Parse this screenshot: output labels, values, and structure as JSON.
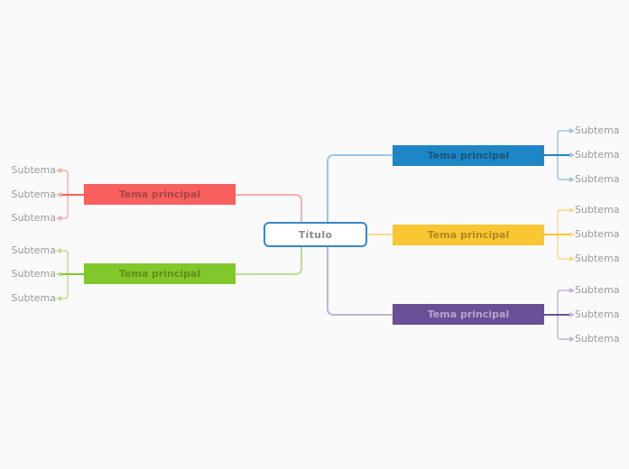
{
  "canvas": {
    "background": "#fafafa"
  },
  "center": {
    "label": "Título",
    "fill": "#ffffff",
    "border_color": "#3a86c8",
    "text_color": "#8c8c8c"
  },
  "subtopic_text_color": "#9b9b9b",
  "branches": [
    {
      "name": "red",
      "side": "left",
      "label": "Tema principal",
      "fill": "#f8605f",
      "text_color": "#a94643",
      "line_color": "#f5afad",
      "subtopics": [
        "Subtema",
        "Subtema",
        "Subtema"
      ]
    },
    {
      "name": "green",
      "side": "left",
      "label": "Tema principal",
      "fill": "#82c72c",
      "text_color": "#5f8f15",
      "line_color": "#bcdf8b",
      "subtopics": [
        "Subtema",
        "Subtema",
        "Subtema"
      ]
    },
    {
      "name": "blue",
      "side": "right",
      "label": "Tema principal",
      "fill": "#1f86c6",
      "text_color": "#14577f",
      "line_color": "#9ec4e3",
      "subtopics": [
        "Subtema",
        "Subtema",
        "Subtema"
      ]
    },
    {
      "name": "yellow",
      "side": "right",
      "label": "Tema principal",
      "fill": "#fac632",
      "text_color": "#ab8a26",
      "line_color": "#f7d98b",
      "subtopics": [
        "Subtema",
        "Subtema",
        "Subtema"
      ]
    },
    {
      "name": "purple",
      "side": "right",
      "label": "Tema principal",
      "fill": "#6a5096",
      "text_color": "#b3a5c9",
      "line_color": "#c2b4d6",
      "subtopics": [
        "Subtema",
        "Subtema",
        "Subtema"
      ]
    }
  ]
}
